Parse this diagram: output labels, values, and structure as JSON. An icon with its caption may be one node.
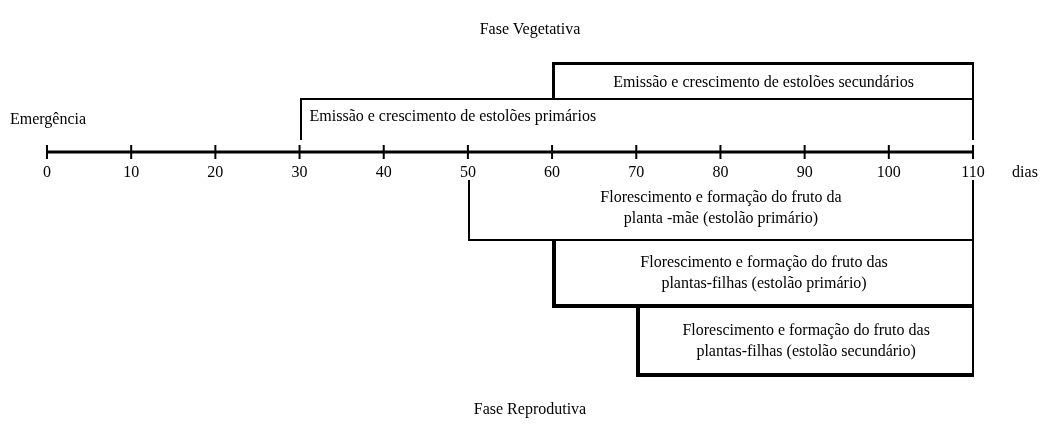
{
  "diagram": {
    "nodes": [
      {
        "text": [
          "Emissão e crescimento de estolões secundários"
        ]
      },
      {
        "text": [
          "Emissão e crescimento de estolões primários"
        ]
      },
      {
        "text": [
          "Florescimento e formação do fruto da planta -mãe (estolão primário)"
        ]
      },
      {
        "text": [
          "Florescimento e formação do fruto das plantas-filhas (estolão primário)"
        ]
      },
      {
        "text": [
          "Florescimento e formação do fruto das plantas-filhas (estolão secundário)"
        ]
      }
    ],
    "labels": [
      "Fase Vegetativa",
      "Emergência",
      "0",
      "10",
      "20",
      "30",
      "40",
      "50",
      "60",
      "70",
      "80",
      "90",
      "100",
      "110",
      "dias",
      "Fase Reprodutiva"
    ]
  }
}
